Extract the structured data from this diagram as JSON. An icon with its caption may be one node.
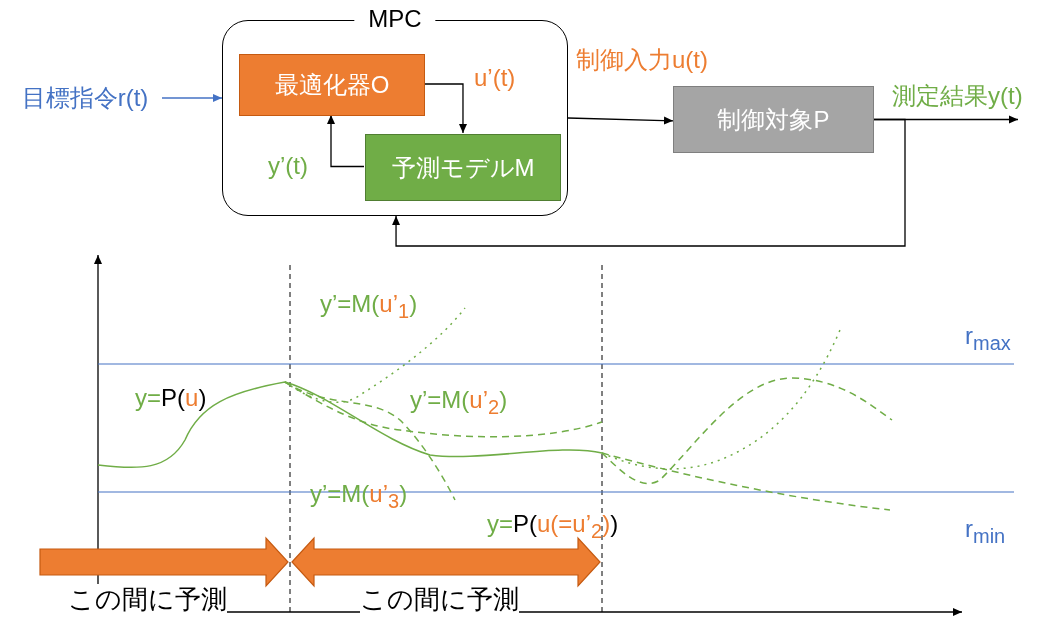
{
  "diagram": {
    "nodes": [
      {
        "text": [
          "MPC"
        ]
      },
      {
        "text": [
          "最適化器O"
        ],
        "in": 0
      },
      {
        "text": [
          "予測モデルM"
        ],
        "in": 0
      },
      {
        "text": [
          "制御対象P"
        ]
      },
      {
        "text": [
          "目標指令r(t)"
        ]
      }
    ],
    "edges": [
      {
        "from": 4,
        "to": 0,
        "arrow": "to",
        "color": "#4472c4"
      },
      {
        "from": 1,
        "to": 2,
        "arrow": "to",
        "label": "u’(t)"
      },
      {
        "from": 2,
        "to": 1,
        "arrow": "to",
        "label": "y’(t)"
      },
      {
        "from": 0,
        "to": 3,
        "arrow": "to",
        "label": "制御入力u(t)"
      },
      {
        "from": 3,
        "to": null,
        "arrow": "to",
        "label": "測定結果y(t)"
      },
      {
        "from": 3,
        "to": 0,
        "arrow": "to"
      }
    ],
    "labels": [
      "y’=M(u’$_{1}$)",
      "r$_{max}$",
      "y=P(u)",
      "y’=M(u’$_{2}$)",
      "y’=M(u’$_{3}$)",
      "y=P(u(=u’$_{2}$))",
      "r$_{min}$",
      "この間に予測",
      "この間に予測"
    ]
  }
}
